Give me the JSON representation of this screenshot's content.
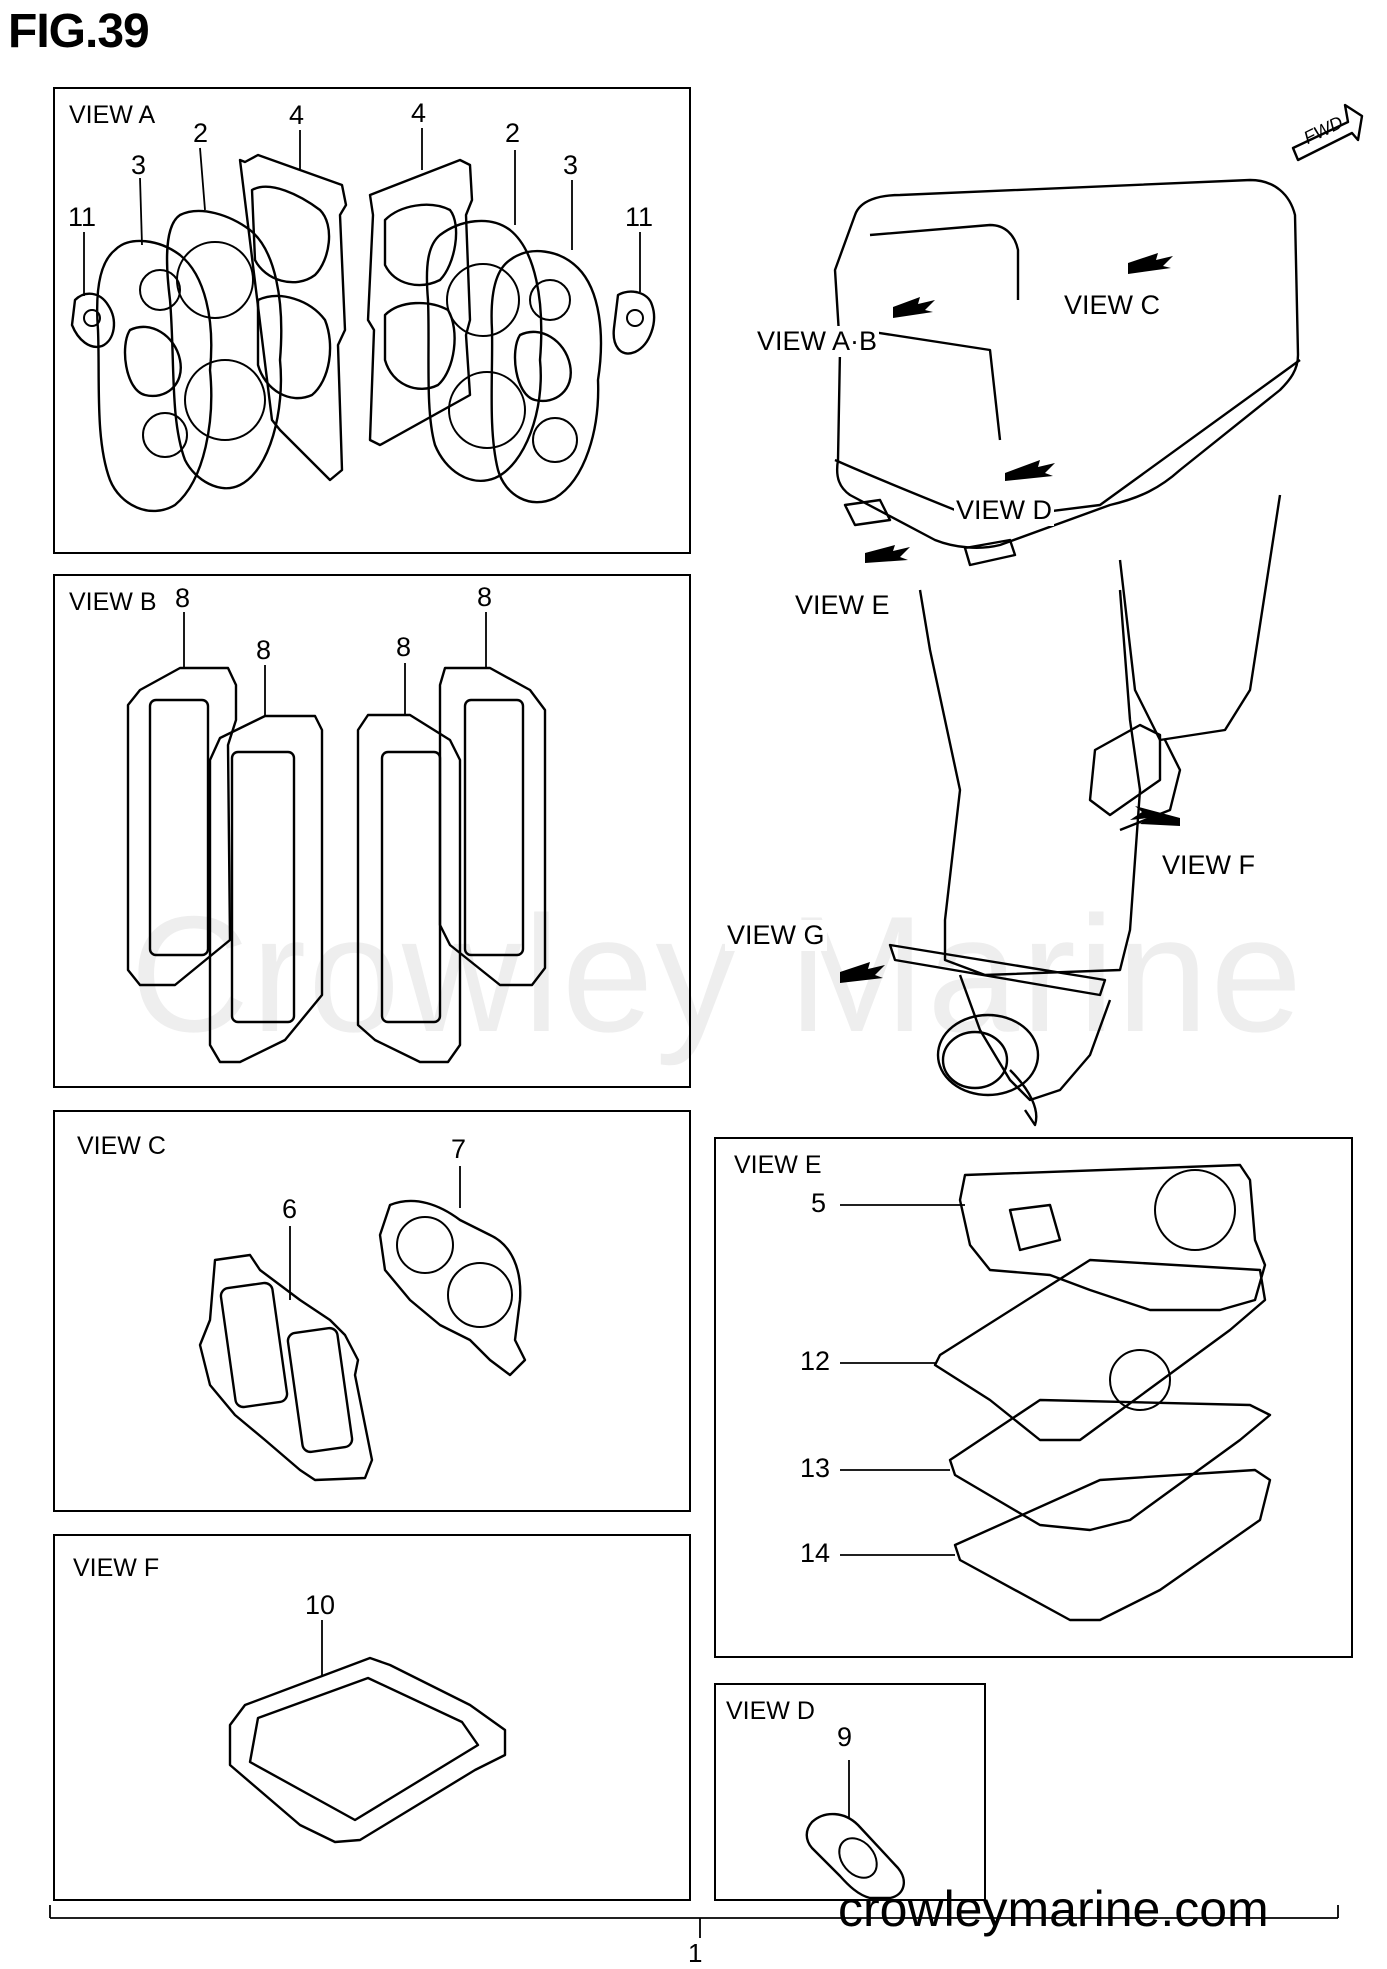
{
  "figure": {
    "title": "FIG.39"
  },
  "orientation_badge": "FWD",
  "views": {
    "a": {
      "label": "VIEW A",
      "callouts": [
        "4",
        "2",
        "3",
        "11",
        "4",
        "2",
        "3",
        "11"
      ]
    },
    "b": {
      "label": "VIEW B",
      "callouts": [
        "8",
        "8",
        "8",
        "8"
      ]
    },
    "c": {
      "label": "VIEW C",
      "callouts": [
        "6",
        "7"
      ]
    },
    "e": {
      "label": "VIEW E",
      "callouts": [
        "5",
        "12",
        "13",
        "14"
      ]
    },
    "f": {
      "label": "VIEW F",
      "callouts": [
        "10"
      ]
    },
    "d": {
      "label": "VIEW D",
      "callouts": [
        "9"
      ]
    }
  },
  "outboard": {
    "labels": [
      "VIEW A·B",
      "VIEW C",
      "VIEW D",
      "VIEW E",
      "VIEW F",
      "VIEW G"
    ]
  },
  "watermark": "Crowley Marine",
  "footer": {
    "site": "crowleymarine.com",
    "total_ref": "1"
  }
}
